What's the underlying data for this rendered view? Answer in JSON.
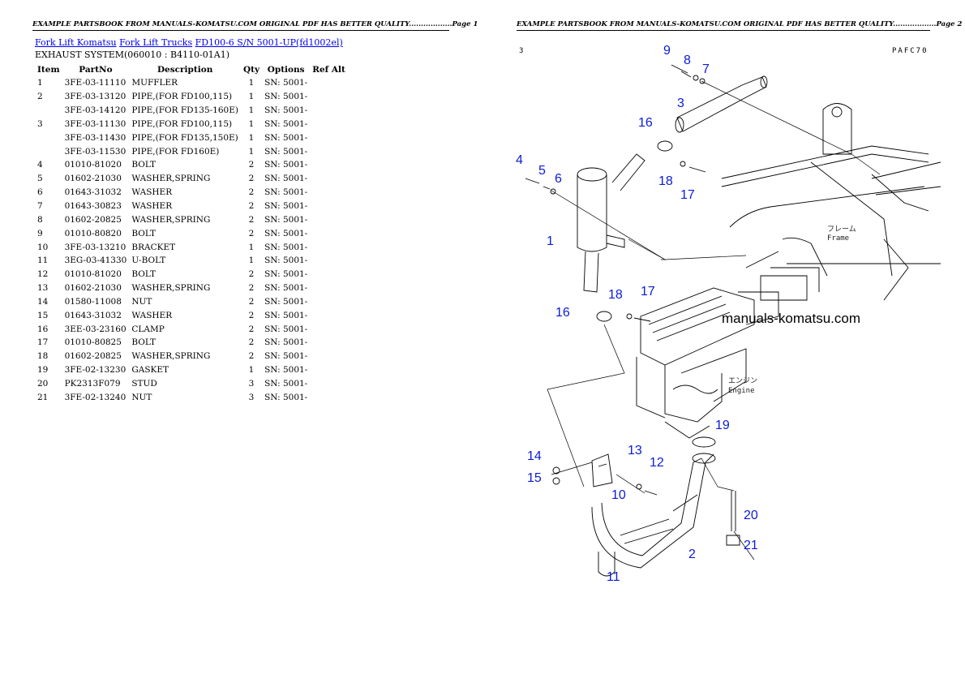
{
  "header": {
    "left": "EXAMPLE PARTSBOOK FROM MANUALS-KOMATSU.COM ORIGINAL PDF HAS BETTER QUALITY..................Page 1",
    "right": "EXAMPLE PARTSBOOK FROM MANUALS-KOMATSU.COM ORIGINAL PDF HAS BETTER QUALITY..................Page 2"
  },
  "breadcrumb": [
    {
      "label": "Fork Lift Komatsu"
    },
    {
      "label": "Fork Lift Trucks"
    },
    {
      "label": "FD100-6 S/N 5001-UP(fd1002el)"
    }
  ],
  "subtitle": "EXHAUST SYSTEM(060010 : B4110-01A1)",
  "table": {
    "headers": [
      "Item",
      "PartNo",
      "Description",
      "Qty",
      "Options",
      "Ref Alt"
    ],
    "rows": [
      [
        "1",
        "3FE-03-11110",
        "MUFFLER",
        "1",
        "SN: 5001-",
        ""
      ],
      [
        "2",
        "3FE-03-13120",
        "PIPE,(FOR FD100,115)",
        "1",
        "SN: 5001-",
        ""
      ],
      [
        "",
        "3FE-03-14120",
        "PIPE,(FOR FD135-160E)",
        "1",
        "SN: 5001-",
        ""
      ],
      [
        "3",
        "3FE-03-11130",
        "PIPE,(FOR FD100,115)",
        "1",
        "SN: 5001-",
        ""
      ],
      [
        "",
        "3FE-03-11430",
        "PIPE,(FOR FD135,150E)",
        "1",
        "SN: 5001-",
        ""
      ],
      [
        "",
        "3FE-03-11530",
        "PIPE,(FOR FD160E)",
        "1",
        "SN: 5001-",
        ""
      ],
      [
        "4",
        "01010-81020",
        "BOLT",
        "2",
        "SN: 5001-",
        ""
      ],
      [
        "5",
        "01602-21030",
        "WASHER,SPRING",
        "2",
        "SN: 5001-",
        ""
      ],
      [
        "6",
        "01643-31032",
        "WASHER",
        "2",
        "SN: 5001-",
        ""
      ],
      [
        "7",
        "01643-30823",
        "WASHER",
        "2",
        "SN: 5001-",
        ""
      ],
      [
        "8",
        "01602-20825",
        "WASHER,SPRING",
        "2",
        "SN: 5001-",
        ""
      ],
      [
        "9",
        "01010-80820",
        "BOLT",
        "2",
        "SN: 5001-",
        ""
      ],
      [
        "10",
        "3FE-03-13210",
        "BRACKET",
        "1",
        "SN: 5001-",
        ""
      ],
      [
        "11",
        "3EG-03-41330",
        "U-BOLT",
        "1",
        "SN: 5001-",
        ""
      ],
      [
        "12",
        "01010-81020",
        "BOLT",
        "2",
        "SN: 5001-",
        ""
      ],
      [
        "13",
        "01602-21030",
        "WASHER,SPRING",
        "2",
        "SN: 5001-",
        ""
      ],
      [
        "14",
        "01580-11008",
        "NUT",
        "2",
        "SN: 5001-",
        ""
      ],
      [
        "15",
        "01643-31032",
        "WASHER",
        "2",
        "SN: 5001-",
        ""
      ],
      [
        "16",
        "3EE-03-23160",
        "CLAMP",
        "2",
        "SN: 5001-",
        ""
      ],
      [
        "17",
        "01010-80825",
        "BOLT",
        "2",
        "SN: 5001-",
        ""
      ],
      [
        "18",
        "01602-20825",
        "WASHER,SPRING",
        "2",
        "SN: 5001-",
        ""
      ],
      [
        "19",
        "3FE-02-13230",
        "GASKET",
        "1",
        "SN: 5001-",
        ""
      ],
      [
        "20",
        "PK2313F079",
        "STUD",
        "3",
        "SN: 5001-",
        ""
      ],
      [
        "21",
        "3FE-02-13240",
        "NUT",
        "3",
        "SN: 5001-",
        ""
      ]
    ]
  },
  "diagram": {
    "code_left": "3",
    "code_right": "PAFC70",
    "frame_label_jp": "フレーム",
    "frame_label": "Frame",
    "engine_label_jp": "エンジン",
    "engine_label": "Engine",
    "watermark": "manuals-komatsu.com",
    "callouts": [
      "9",
      "8",
      "7",
      "3",
      "16",
      "18",
      "17",
      "4",
      "5",
      "6",
      "1",
      "18",
      "17",
      "16",
      "19",
      "14",
      "15",
      "13",
      "12",
      "10",
      "20",
      "21",
      "2",
      "11"
    ],
    "callout_color": "#0b1bd6"
  }
}
